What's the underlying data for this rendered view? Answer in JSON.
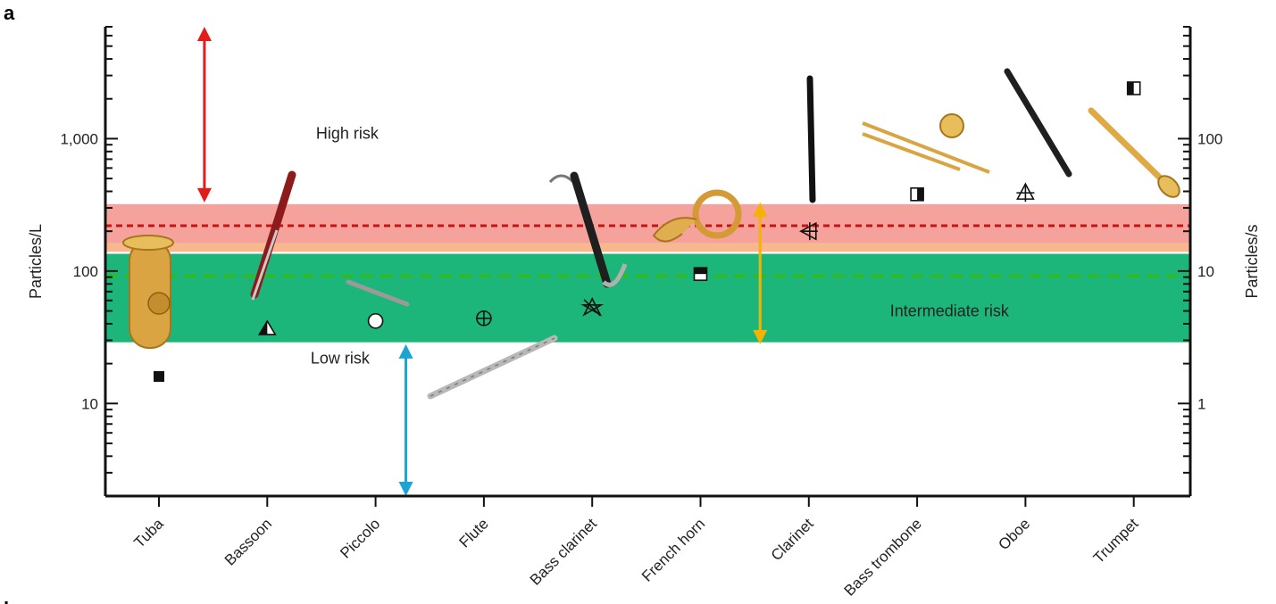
{
  "panel_labels": {
    "top": "a",
    "bottom": "b"
  },
  "chart_data": {
    "type": "scatter",
    "xlabel": "",
    "ylabel": "Particles/L",
    "y2label": "Particles/s",
    "yscale": "log",
    "ylim": [
      2,
      7000
    ],
    "y2lim": [
      0.2,
      700
    ],
    "y_ticks": [
      10,
      100,
      1000
    ],
    "y_tick_labels": [
      "10",
      "100",
      "1,000"
    ],
    "y2_ticks": [
      1,
      10,
      100
    ],
    "y2_tick_labels": [
      "1",
      "10",
      "100"
    ],
    "categories": [
      "Tuba",
      "Bassoon",
      "Piccolo",
      "Flute",
      "Bass clarinet",
      "French horn",
      "Clarinet",
      "Bass trombone",
      "Oboe",
      "Trumpet"
    ],
    "values": [
      16,
      37,
      42,
      44,
      53,
      95,
      200,
      380,
      390,
      2400
    ],
    "markers": [
      "square-filled",
      "triangle-half",
      "circle-open",
      "circle-plus",
      "star-cross",
      "square-half-top",
      "triangle-left-cross",
      "square-half-right",
      "triangle-up-cross",
      "square-half-left"
    ],
    "bands": [
      {
        "name": "high",
        "ymin": 140,
        "ymax": 320,
        "color": "#f4a29b",
        "lower_color": "#f7b88f"
      },
      {
        "name": "low",
        "ymin": 29,
        "ymax": 135,
        "color": "#1db67a"
      }
    ],
    "thresholds": [
      {
        "y": 220,
        "color": "#cc1111",
        "style": "dotted"
      },
      {
        "y": 92,
        "color": "#33bb11",
        "style": "dashed"
      }
    ],
    "annotations": [
      {
        "text": "High risk",
        "x_cat": 1.45,
        "y": 1100
      },
      {
        "text": "Intermediate risk",
        "x_cat": 6.75,
        "y": 50
      },
      {
        "text": "Low risk",
        "x_cat": 1.4,
        "y": 22
      }
    ],
    "arrows": [
      {
        "name": "high-risk-arrow",
        "x_cat": 0.42,
        "y_from": 330,
        "y_to": 7000,
        "color": "#e21b1b"
      },
      {
        "name": "intermediate-risk-arrow",
        "x_cat": 5.55,
        "y_from": 28,
        "y_to": 330,
        "color": "#f5b300"
      },
      {
        "name": "low-risk-arrow",
        "x_cat": 2.28,
        "y_from": 2,
        "y_to": 28,
        "color": "#1ba3d1"
      }
    ],
    "grid": false,
    "legend": "none"
  }
}
